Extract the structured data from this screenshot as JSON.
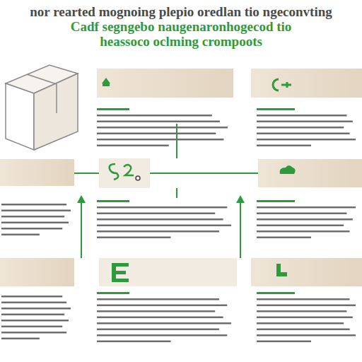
{
  "diagram": {
    "title": "nor rearted mognoing plepio oredlan tio ngeconvting",
    "labels": [
      "Cadf segngebo naugenaronhogecod tio",
      "heassoco oclming crompoots"
    ]
  }
}
